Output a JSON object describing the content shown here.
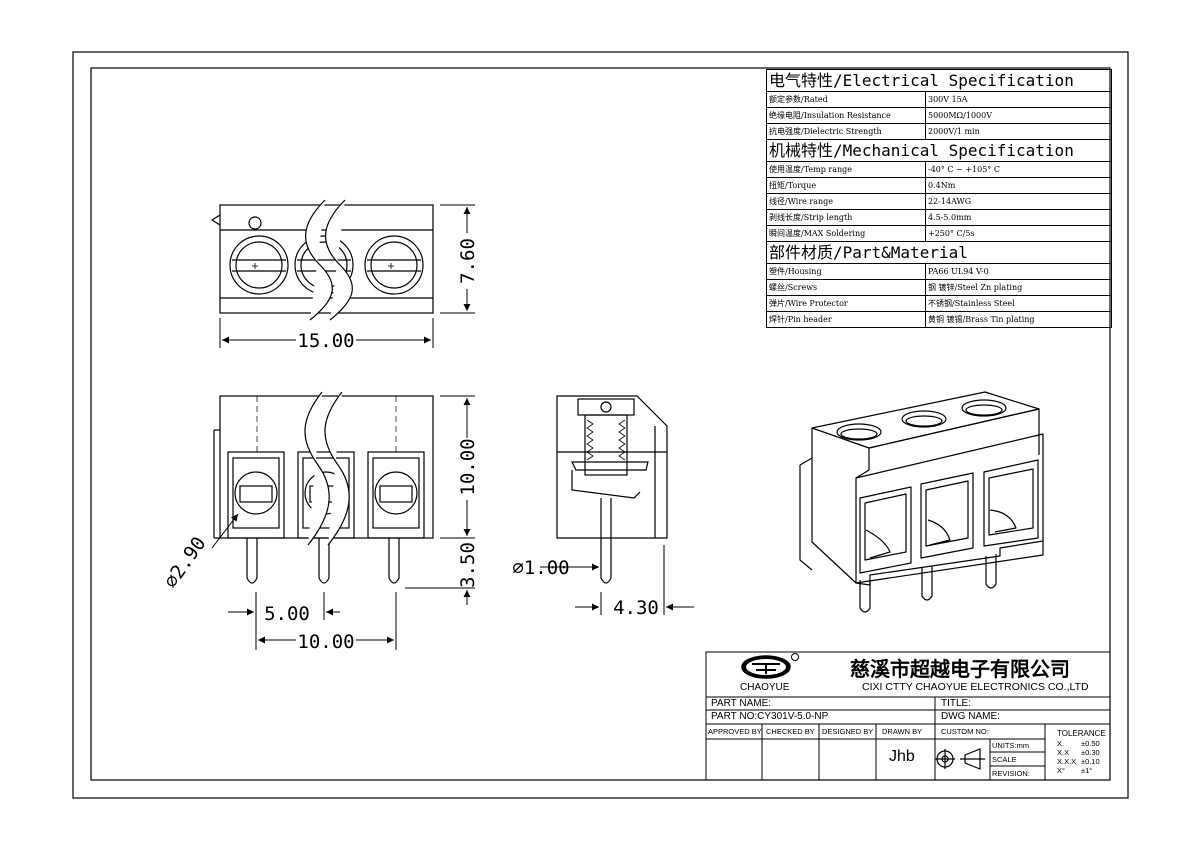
{
  "spec": {
    "sections": [
      {
        "title": "电气特性/Electrical Specification",
        "rows": [
          {
            "label": "额定参数/Rated",
            "value": "300V  15A"
          },
          {
            "label": "绝缘电阻/Insulation Resistance",
            "value": "5000MΩ/1000V"
          },
          {
            "label": "抗电强度/Dielectric Strength",
            "value": "2000V/1 min"
          }
        ]
      },
      {
        "title": "机械特性/Mechanical Specification",
        "rows": [
          {
            "label": "使用温度/Temp range",
            "value": "-40° C ~ +105° C"
          },
          {
            "label": "扭矩/Torque",
            "value": "0.4Nm"
          },
          {
            "label": "线径/Wire range",
            "value": "22-14AWG"
          },
          {
            "label": "剥线长度/Strip length",
            "value": "4.5-5.0mm"
          },
          {
            "label": "瞬间温度/MAX Soldering",
            "value": "+250° C/5s"
          }
        ]
      },
      {
        "title": "部件材质/Part&Material",
        "rows": [
          {
            "label": "塑件/Housing",
            "value": "PA66 UL94 V-0"
          },
          {
            "label": "螺丝/Screws",
            "value": "钢 镀锌/Steel Zn plating"
          },
          {
            "label": "弹片/Wire Protector",
            "value": "不锈钢/Stainless Steel"
          },
          {
            "label": "焊针/Pin header",
            "value": "黄铜 镀锡/Brass Tin plating"
          }
        ]
      }
    ]
  },
  "dims": {
    "top_width": "15.00",
    "top_height": "7.60",
    "front_height": "10.00",
    "pin_length": "3.50",
    "hole_dia": "⌀2.90",
    "pitch": "5.00",
    "pin_span": "10.00",
    "pin_dia": "⌀1.00",
    "side_offset": "4.30"
  },
  "title_block": {
    "logo_text": "CHAOYUE",
    "company_cn": "慈溪市超越电子有限公司",
    "company_en": "CIXI CTTY CHAOYUE ELECTRONICS CO.,LTD",
    "part_name": "PART NAME:",
    "title": "TITLE:",
    "part_no": "PART NO:CY301V-5.0-NP",
    "dwg_name": "DWG NAME:",
    "approved_by": "APPROVED BY",
    "checked_by": "CHECKED BY",
    "designed_by": "DESIGNED BY",
    "drawn_by": "DRAWN BY",
    "custom_no": "CUSTOM NO:",
    "drawn_by_value": "Jhb",
    "units": "UNITS:mm",
    "scale": "SCALE",
    "revision": "REVISION:",
    "tolerance_title": "TOLERANCE",
    "tolerances": [
      {
        "label": "X.",
        "value": "±0.50"
      },
      {
        "label": "X.X",
        "value": "±0.30"
      },
      {
        "label": "X.X.X",
        "value": "±0.10"
      },
      {
        "label": "X°",
        "value": "±1°"
      }
    ]
  }
}
